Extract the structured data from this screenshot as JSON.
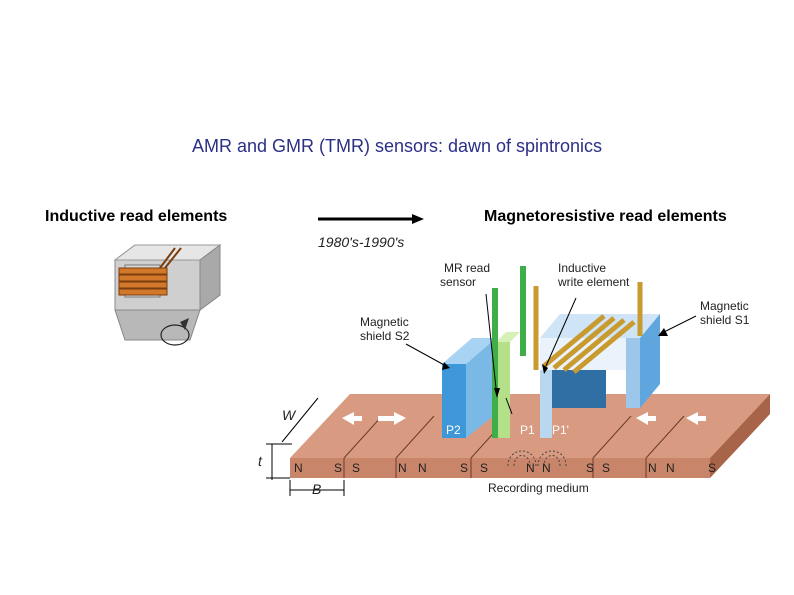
{
  "title": "AMR and GMR (TMR) sensors: dawn of spintronics",
  "left_label": "Inductive read elements",
  "right_label": "Magnetoresistive read elements",
  "era_label": "1980's-1990's",
  "figure": {
    "mr_sensor": "MR read",
    "mr_sensor_2": "sensor",
    "inductive_write": "Inductive",
    "inductive_write_2": "write element",
    "shield_s2": "Magnetic",
    "shield_s2_2": "shield S2",
    "shield_s1": "Magnetic",
    "shield_s1_2": "shield S1",
    "p2": "P2",
    "p1": "P1",
    "p1_prime": "P1'",
    "w": "W",
    "t": "t",
    "b": "B",
    "recording_medium": "Recording medium",
    "poles": [
      "N",
      "S",
      "S",
      "N",
      "N",
      "S",
      "S",
      "N",
      "N",
      "S",
      "S",
      "N",
      "N",
      "S"
    ]
  }
}
